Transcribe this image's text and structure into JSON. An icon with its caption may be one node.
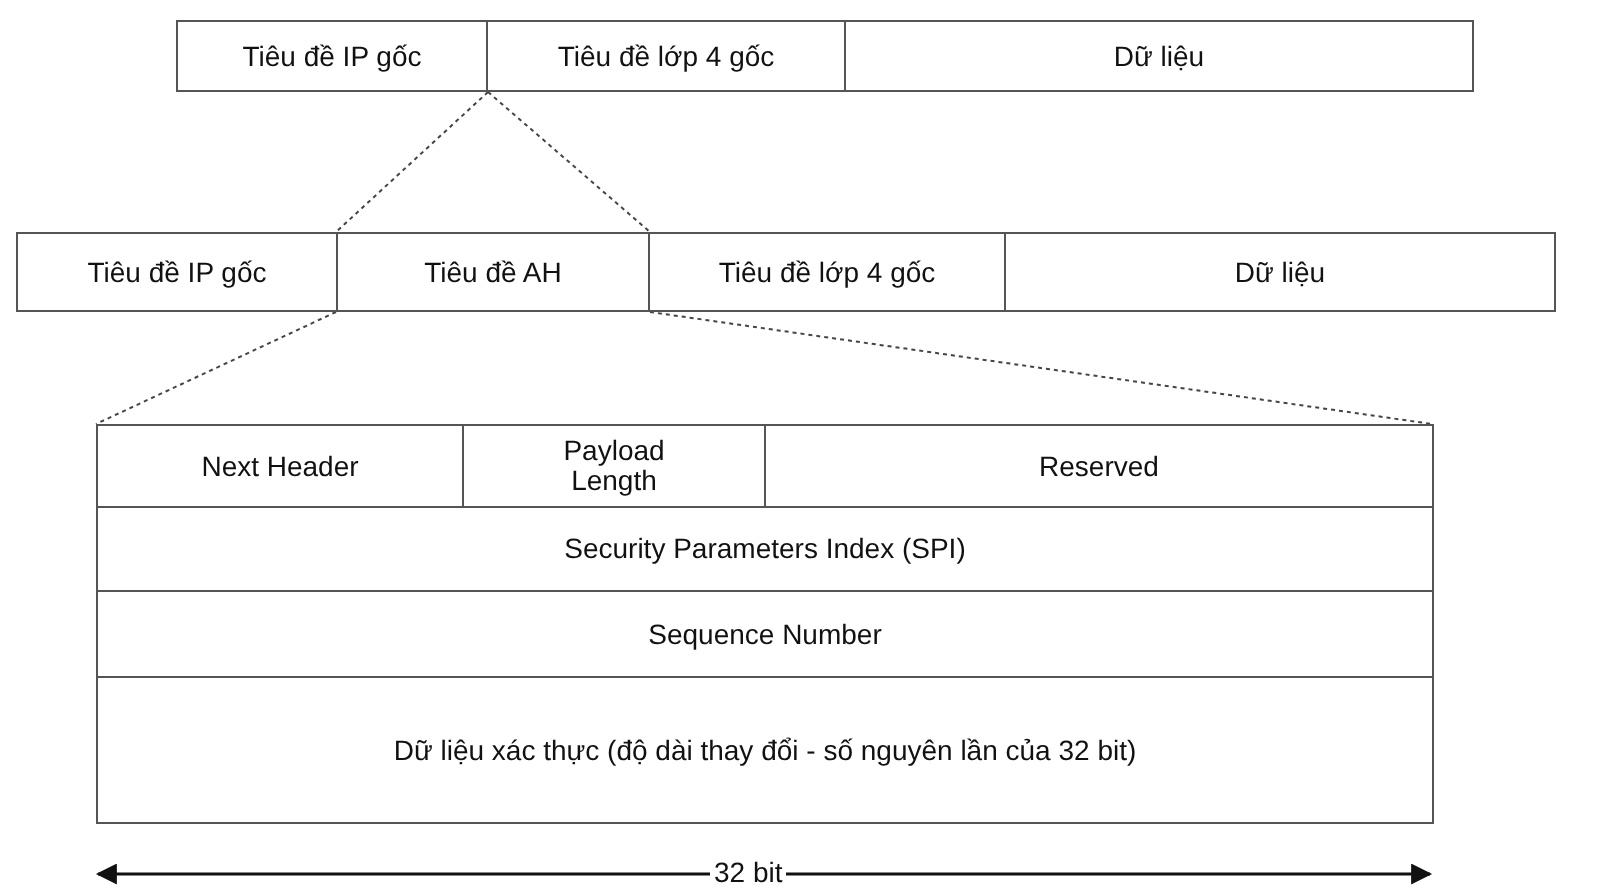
{
  "diagram": {
    "nodes": [
      {
        "text": [
          "Tiêu đề IP gốc"
        ]
      },
      {
        "text": [
          "Tiêu đề lớp 4 gốc"
        ]
      },
      {
        "text": [
          "Dữ liệu"
        ]
      },
      {
        "text": [
          "Tiêu đề IP gốc"
        ]
      },
      {
        "text": [
          "Tiêu đề AH"
        ]
      },
      {
        "text": [
          "Tiêu đề lớp 4 gốc"
        ]
      },
      {
        "text": [
          "Dữ liệu"
        ]
      },
      {
        "text": [],
        "shape": "box"
      },
      {
        "text": [
          "Next Header"
        ],
        "in": 7
      },
      {
        "text": [
          "Payload Length"
        ],
        "in": 7
      },
      {
        "text": [
          "Reserved"
        ],
        "in": 7
      },
      {
        "text": [
          "Security Parameters Index (SPI)"
        ],
        "in": 7
      },
      {
        "text": [
          "Sequence Number"
        ],
        "in": 7
      },
      {
        "text": [
          "Dữ liệu xác thực (độ dài thay đổi - số nguyên lần của 32 bit)"
        ],
        "in": 7
      }
    ],
    "edges": [
      {
        "from": 0,
        "to": 4,
        "arrow": "none",
        "style": "dashed"
      },
      {
        "from": 0,
        "to": 4,
        "arrow": "none",
        "style": "dashed"
      },
      {
        "from": 4,
        "to": 7,
        "arrow": "none",
        "style": "dashed"
      },
      {
        "from": 4,
        "to": 7,
        "arrow": "none",
        "style": "dashed"
      }
    ],
    "labels": [
      "32 bit"
    ]
  }
}
